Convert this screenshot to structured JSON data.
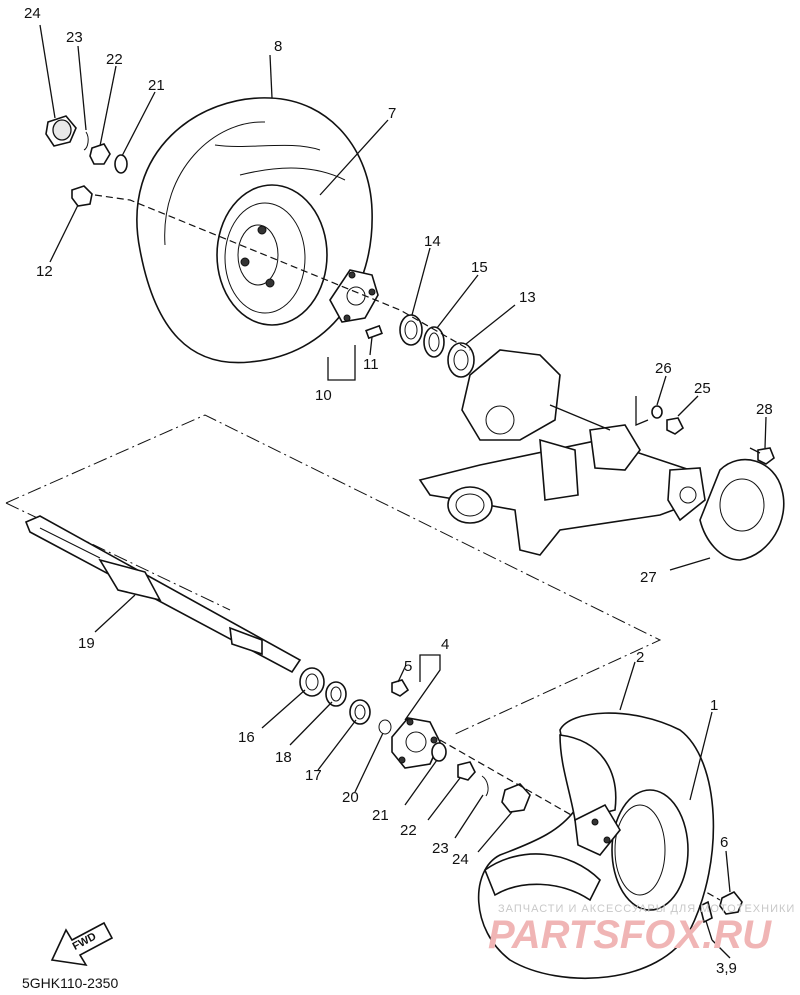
{
  "diagram": {
    "code": "5GHK110-2350",
    "fwd_label": "FWD",
    "watermark": {
      "text": "ЗАПЧАСТИ И АКСЕССУАРЫ ДЛЯ МОТОТЕХНИКИ",
      "brand": "PARTSFOX.RU"
    },
    "callouts": {
      "c1": "1",
      "c2": "2",
      "c39": "3,9",
      "c4": "4",
      "c5": "5",
      "c6": "6",
      "c7": "7",
      "c8": "8",
      "c10": "10",
      "c11": "11",
      "c12": "12",
      "c13": "13",
      "c14": "14",
      "c15": "15",
      "c16": "16",
      "c17": "17",
      "c18": "18",
      "c19": "19",
      "c20": "20",
      "c21a": "21",
      "c21b": "21",
      "c22a": "22",
      "c22b": "22",
      "c23a": "23",
      "c23b": "23",
      "c24a": "24",
      "c24b": "24",
      "c25": "25",
      "c26": "26",
      "c27": "27",
      "c28": "28"
    }
  }
}
